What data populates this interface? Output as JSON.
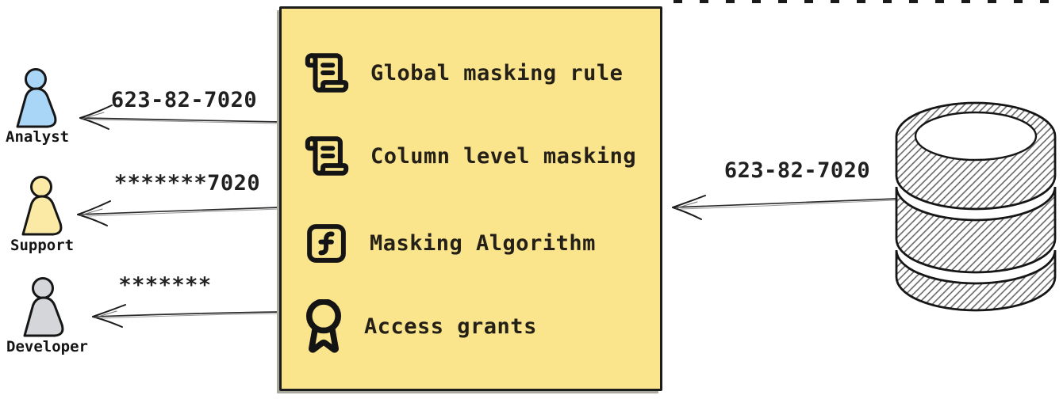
{
  "users": [
    {
      "name": "Analyst",
      "received_value": "623-82-7020",
      "color": "#a9d5f6"
    },
    {
      "name": "Support",
      "received_value": "*******7020",
      "color": "#fbe9a6"
    },
    {
      "name": "Developer",
      "received_value": "*******",
      "color": "#d4d6d9"
    }
  ],
  "masking_box": {
    "background": "#fae58c",
    "items": [
      {
        "icon": "scroll-text-icon",
        "label": "Global masking rule"
      },
      {
        "icon": "scroll-text-icon",
        "label": "Column level masking"
      },
      {
        "icon": "function-square-icon",
        "label": "Masking Algorithm"
      },
      {
        "icon": "award-icon",
        "label": "Access grants"
      }
    ]
  },
  "database": {
    "icon": "database-icon",
    "value": "623-82-7020"
  }
}
